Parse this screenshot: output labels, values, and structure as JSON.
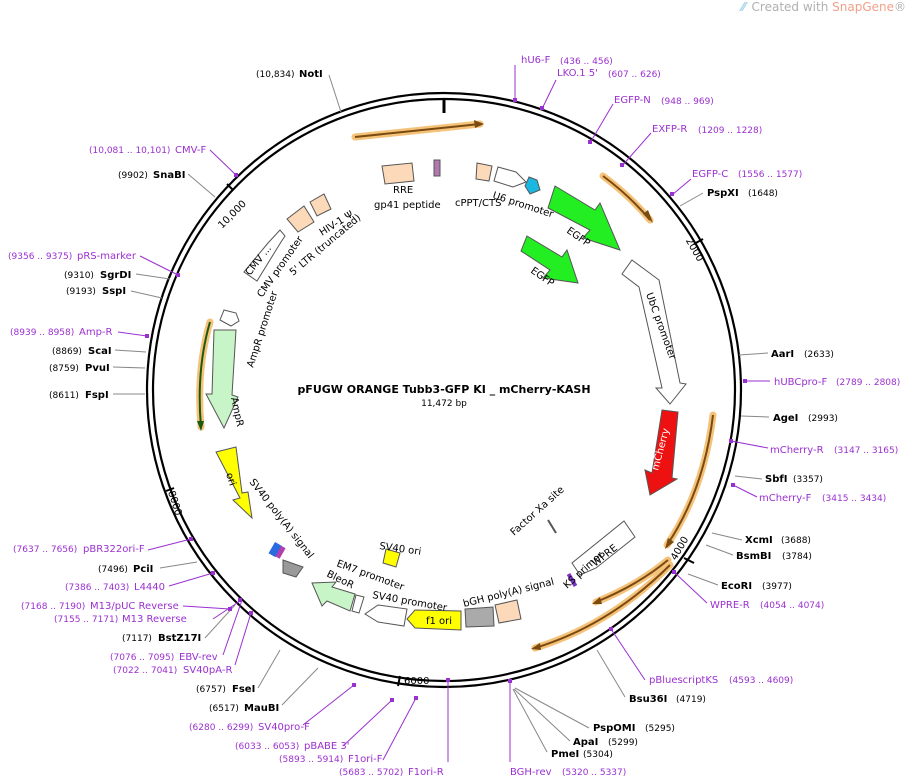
{
  "watermark": {
    "prefix": "Created with",
    "brand": "SnapGene",
    "reg": "®"
  },
  "plasmid": {
    "name": "pFUGW ORANGE Tubb3-GFP KI _ mCherry-KASH",
    "length": "11,472 bp"
  },
  "ticks": [
    "2000",
    "4000",
    "6000",
    "8000",
    "10,000"
  ],
  "enzymes": [
    {
      "name": "NotI",
      "pos": "(10,834)"
    },
    {
      "name": "SnaBI",
      "pos": "(9902)"
    },
    {
      "name": "SgrDI",
      "pos": "(9310)"
    },
    {
      "name": "SspI",
      "pos": "(9193)"
    },
    {
      "name": "ScaI",
      "pos": "(8869)"
    },
    {
      "name": "PvuI",
      "pos": "(8759)"
    },
    {
      "name": "FspI",
      "pos": "(8611)"
    },
    {
      "name": "PciI",
      "pos": "(7496)"
    },
    {
      "name": "BstZ17I",
      "pos": "(7117)"
    },
    {
      "name": "FseI",
      "pos": "(6757)"
    },
    {
      "name": "MauBI",
      "pos": "(6517)"
    },
    {
      "name": "PspXI",
      "pos": "(1648)"
    },
    {
      "name": "AarI",
      "pos": "(2633)"
    },
    {
      "name": "AgeI",
      "pos": "(2993)"
    },
    {
      "name": "SbfI",
      "pos": "(3357)"
    },
    {
      "name": "XcmI",
      "pos": "(3688)"
    },
    {
      "name": "BsmBI",
      "pos": "(3784)"
    },
    {
      "name": "EcoRI",
      "pos": "(3977)"
    },
    {
      "name": "Bsu36I",
      "pos": "(4719)"
    },
    {
      "name": "PspOMI",
      "pos": "(5295)"
    },
    {
      "name": "ApaI",
      "pos": "(5299)"
    },
    {
      "name": "PmeI",
      "pos": "(5304)"
    }
  ],
  "primers": [
    {
      "name": "hU6-F",
      "pos": "(436 .. 456)"
    },
    {
      "name": "LKO.1 5'",
      "pos": "(607 .. 626)"
    },
    {
      "name": "EGFP-N",
      "pos": "(948 .. 969)"
    },
    {
      "name": "EXFP-R",
      "pos": "(1209 .. 1228)"
    },
    {
      "name": "EGFP-C",
      "pos": "(1556 .. 1577)"
    },
    {
      "name": "hUBCpro-F",
      "pos": "(2789 .. 2808)"
    },
    {
      "name": "mCherry-R",
      "pos": "(3147 .. 3165)"
    },
    {
      "name": "mCherry-F",
      "pos": "(3415 .. 3434)"
    },
    {
      "name": "WPRE-R",
      "pos": "(4054 .. 4074)"
    },
    {
      "name": "pBluescriptKS",
      "pos": "(4593 .. 4609)"
    },
    {
      "name": "BGH-rev",
      "pos": "(5320 .. 5337)"
    },
    {
      "name": "F1ori-R",
      "pos": "(5683 .. 5702)"
    },
    {
      "name": "F1ori-F",
      "pos": "(5893 .. 5914)"
    },
    {
      "name": "pBABE 3'",
      "pos": "(6033 .. 6053)"
    },
    {
      "name": "SV40pro-F",
      "pos": "(6280 .. 6299)"
    },
    {
      "name": "SV40pA-R",
      "pos": "(7022 .. 7041)"
    },
    {
      "name": "EBV-rev",
      "pos": "(7076 .. 7095)"
    },
    {
      "name": "M13 Reverse",
      "pos": "(7155 .. 7171)"
    },
    {
      "name": "M13/pUC Reverse",
      "pos": "(7168 .. 7190)"
    },
    {
      "name": "L4440",
      "pos": "(7386 .. 7403)"
    },
    {
      "name": "pBR322ori-F",
      "pos": "(7637 .. 7656)"
    },
    {
      "name": "Amp-R",
      "pos": "(8939 .. 8958)"
    },
    {
      "name": "pRS-marker",
      "pos": "(9356 .. 9375)"
    },
    {
      "name": "CMV-F",
      "pos": "(10,081 .. 10,101)"
    }
  ],
  "features": {
    "rre": "RRE",
    "gp41": "gp41 peptide",
    "cppt": "cPPT/CTS",
    "u6": "U6 promoter",
    "egfp1": "EGFP",
    "egfp2": "EGFP",
    "hiv": "HIV-1 Ψ",
    "ltr": "5' LTR (truncated)",
    "cmv": "CMV ...",
    "cmvprom": "CMV promoter",
    "ampprom": "AmpR promoter",
    "ampr": "AmpR",
    "ori": "ori",
    "sv40pa": "SV40 poly(A) signal",
    "ubc": "UbC promoter",
    "mcherry": "mCherry",
    "factorxa": "Factor Xa site",
    "ksprimer": "KS primer",
    "wpre": "WPRE",
    "bgh": "bGH poly(A) signal",
    "f1ori": "f1 ori",
    "sv40ori": "SV40 ori",
    "em7": "EM7 promoter",
    "bleor": "BleoR",
    "sv40prom": "SV40 promoter"
  }
}
